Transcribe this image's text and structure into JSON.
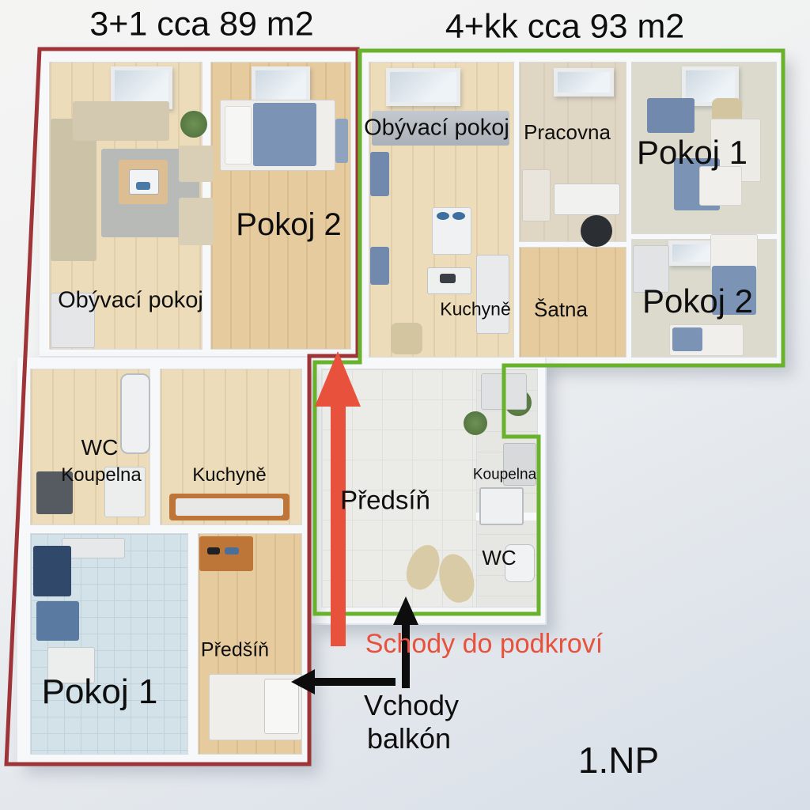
{
  "page": {
    "type": "floor-plan",
    "floor_label": "1.NP"
  },
  "apartments": {
    "left": {
      "title": "3+1 cca 89 m2",
      "outline_color": "#9e3438",
      "rooms": {
        "living_room": "Obývací pokoj",
        "room_2": "Pokoj 2",
        "wc": "WC",
        "bathroom": "Koupelna",
        "kitchen": "Kuchyně",
        "room_1": "Pokoj 1",
        "hallway": "Předšíň"
      }
    },
    "right": {
      "title": "4+kk cca 93 m2",
      "outline_color": "#68b22c",
      "rooms": {
        "living_room": "Obývací pokoj",
        "study": "Pracovna",
        "room_1": "Pokoj 1",
        "kitchen": "Kuchyně",
        "wardrobe": "Šatna",
        "room_2": "Pokoj 2",
        "hallway": "Předsíň",
        "bathroom": "Koupelna",
        "wc": "WC"
      }
    }
  },
  "annotations": {
    "stairs_note": "Schody do podkroví",
    "stairs_color": "#e8523c",
    "entrance_note_line1": "Vchody",
    "entrance_note_line2": "balkón",
    "arrow_black": "#0d0d0d"
  }
}
